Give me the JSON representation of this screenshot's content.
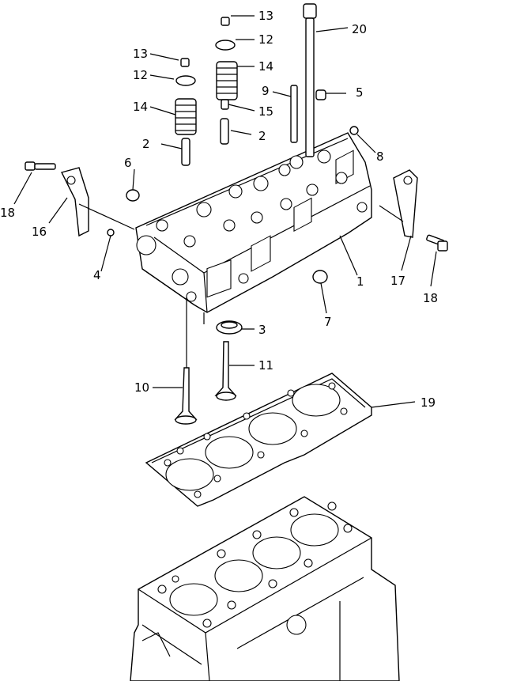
{
  "labels": {
    "l1": "1",
    "l2a": "2",
    "l2b": "2",
    "l3": "3",
    "l4": "4",
    "l5": "5",
    "l6": "6",
    "l7": "7",
    "l8": "8",
    "l9": "9",
    "l10": "10",
    "l11": "11",
    "l12a": "12",
    "l12b": "12",
    "l13a": "13",
    "l13b": "13",
    "l14a": "14",
    "l14b": "14",
    "l15": "15",
    "l16": "16",
    "l17": "17",
    "l18a": "18",
    "l18b": "18",
    "l19": "19",
    "l20": "20"
  }
}
